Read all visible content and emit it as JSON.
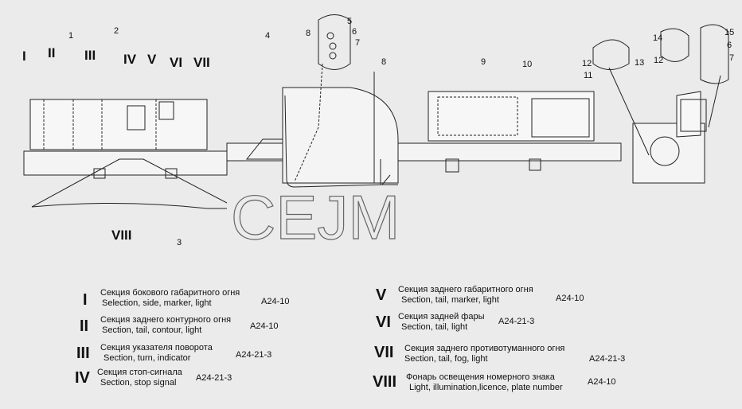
{
  "watermark": "СЕЈМ",
  "section_roman_labels": [
    "I",
    "II",
    "III",
    "IV",
    "V",
    "VI",
    "VII",
    "VIII"
  ],
  "callouts": [
    "1",
    "2",
    "3",
    "4",
    "5",
    "6",
    "7",
    "8",
    "8",
    "9",
    "10",
    "11",
    "12",
    "12",
    "13",
    "14",
    "15",
    "6",
    "7"
  ],
  "legend": [
    {
      "numeral": "I",
      "ru": "Секция бокового габаритного огня",
      "en": "Selection, side, marker, light",
      "code": "A24-10"
    },
    {
      "numeral": "II",
      "ru": "Секция заднего контурного огня",
      "en": "Section, tail, contour, light",
      "code": "A24-10"
    },
    {
      "numeral": "III",
      "ru": "Секция указателя поворота",
      "en": "Section, turn, indicator",
      "code": "A24-21-3"
    },
    {
      "numeral": "IV",
      "ru": "Секция стоп-сигнала",
      "en": "Section, stop signal",
      "code": "A24-21-3"
    },
    {
      "numeral": "V",
      "ru": "Секция заднего габаритного огня",
      "en": "Section, tail, marker, light",
      "code": "A24-10"
    },
    {
      "numeral": "VI",
      "ru": "Секция задней фары",
      "en": "Section, tail, light",
      "code": "A24-21-3"
    },
    {
      "numeral": "VII",
      "ru": "Секция заднего противотуманного огня",
      "en": "Section, tail, fog, light",
      "code": "A24-21-3"
    },
    {
      "numeral": "VIII",
      "ru": "Фонарь освещения номерного знака",
      "en": "Light, illumination,licence, plate number",
      "code": "A24-10"
    }
  ]
}
